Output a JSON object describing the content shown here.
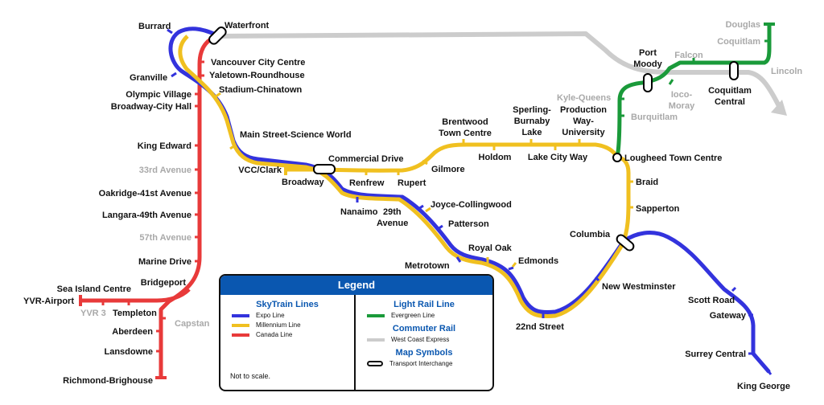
{
  "colors": {
    "expo": "#3333dd",
    "millennium": "#f0c020",
    "canada": "#e83a3a",
    "evergreen": "#1a9a3a",
    "wce": "#cccccc",
    "legend_header": "#0a57b0"
  },
  "stations": {
    "burrard": "Burrard",
    "waterfront": "Waterfront",
    "vancouver_city_centre": "Vancouver City Centre",
    "yaletown": "Yaletown-Roundhouse",
    "stadium": "Stadium-Chinatown",
    "granville": "Granville",
    "olympic_village": "Olympic Village",
    "broadway_city_hall": "Broadway-City Hall",
    "main_street": "Main Street-Science World",
    "king_edward": "King Edward",
    "avenue_33": "33rd Avenue",
    "oakridge": "Oakridge-41st Avenue",
    "langara": "Langara-49th Avenue",
    "avenue_57": "57th Avenue",
    "marine_drive": "Marine Drive",
    "bridgeport": "Bridgeport",
    "sea_island": "Sea Island Centre",
    "yvr_airport": "YVR-Airport",
    "yvr3": "YVR 3",
    "templeton": "Templeton",
    "capstan": "Capstan",
    "aberdeen": "Aberdeen",
    "lansdowne": "Lansdowne",
    "richmond": "Richmond-Brighouse",
    "vcc_clark": "VCC/Clark",
    "commercial_drive": "Commercial Drive",
    "broadway": "Broadway",
    "renfrew": "Renfrew",
    "rupert": "Rupert",
    "gilmore": "Gilmore",
    "brentwood_1": "Brentwood",
    "brentwood_2": "Town Centre",
    "holdom": "Holdom",
    "sperling_1": "Sperling-",
    "sperling_2": "Burnaby",
    "sperling_3": "Lake",
    "production_1": "Production",
    "production_2": "Way-",
    "production_3": "University",
    "lake_city_way": "Lake City Way",
    "lougheed": "Lougheed Town Centre",
    "braid": "Braid",
    "sapperton": "Sapperton",
    "columbia": "Columbia",
    "nanaimo_1": "Nanaimo",
    "nanaimo_2": "29th",
    "nanaimo_3": "Avenue",
    "joyce": "Joyce-Collingwood",
    "patterson": "Patterson",
    "royal_oak": "Royal Oak",
    "edmonds": "Edmonds",
    "metrotown": "Metrotown",
    "street_22nd": "22nd Street",
    "new_westminster": "New Westminster",
    "scott_road": "Scott Road",
    "gateway": "Gateway",
    "surrey_central": "Surrey Central",
    "king_george": "King George",
    "kyle_queens": "Kyle-Queens",
    "burquitlam": "Burquitlam",
    "port_moody_1": "Port",
    "port_moody_2": "Moody",
    "falcon": "Falcon",
    "ioco_1": "Ioco-",
    "ioco_2": "Moray",
    "coquitlam_central_1": "Coquitlam",
    "coquitlam_central_2": "Central",
    "douglas": "Douglas",
    "coquitlam": "Coquitlam",
    "lincoln": "Lincoln"
  },
  "legend": {
    "title": "Legend",
    "skytrain_title": "SkyTrain Lines",
    "expo": "Expo Line",
    "millennium": "Millennium Line",
    "canada": "Canada Line",
    "light_rail_title": "Light Rail Line",
    "evergreen": "Evergreen Line",
    "commuter_title": "Commuter Rail",
    "wce": "West Coast Express",
    "symbols_title": "Map Symbols",
    "interchange": "Transport Interchange",
    "note": "Not to scale."
  }
}
